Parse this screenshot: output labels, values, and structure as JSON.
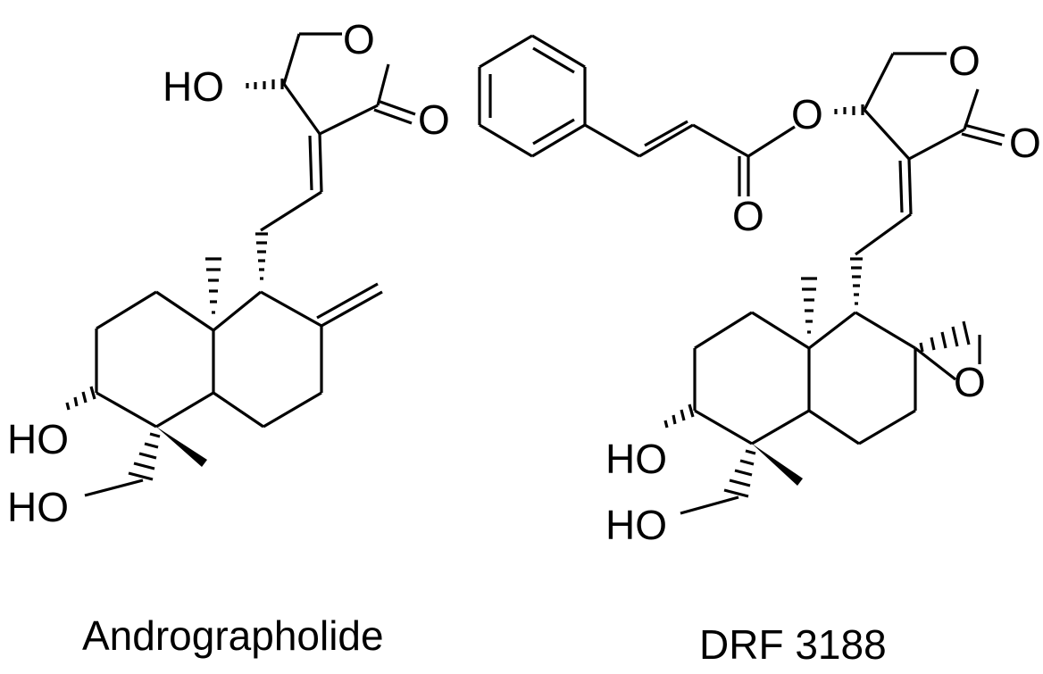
{
  "molecules": [
    {
      "name": "Andrographolide",
      "atom_labels": [
        "O",
        "HO",
        "O",
        "HO",
        "HO"
      ]
    },
    {
      "name": "DRF 3188",
      "atom_labels": [
        "O",
        "O",
        "O",
        "O",
        "O",
        "HO",
        "HO"
      ]
    }
  ],
  "colors": {
    "ink": "#000000",
    "background": "#ffffff"
  }
}
